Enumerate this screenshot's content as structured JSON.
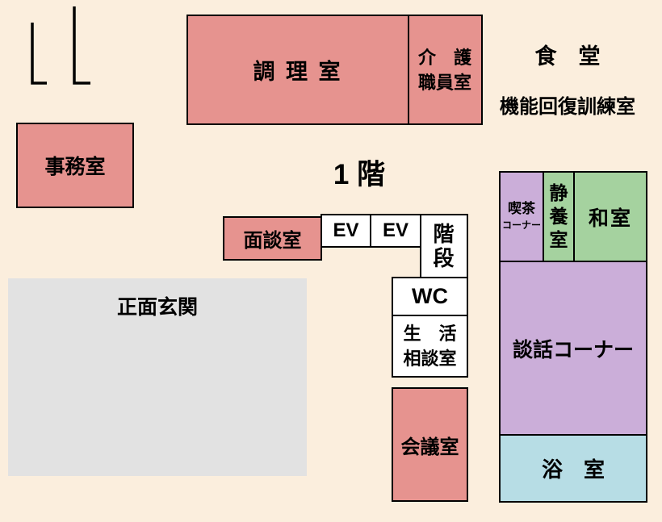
{
  "floor_plan": {
    "title": "1 階",
    "rooms": {
      "kitchen": {
        "label": "調 理 室"
      },
      "care_staff": {
        "line1": "介　護",
        "line2": "職員室"
      },
      "dining": {
        "label": "食　堂"
      },
      "rehab": {
        "label": "機能回復訓練室"
      },
      "office": {
        "label": "事務室"
      },
      "interview": {
        "label": "面談室"
      },
      "ev1": {
        "label": "EV"
      },
      "ev2": {
        "label": "EV"
      },
      "stairs": {
        "line1": "階",
        "line2": "段"
      },
      "wc": {
        "label": "WC"
      },
      "life_consult": {
        "line1": "生　活",
        "line2": "相談室"
      },
      "entrance": {
        "label": "正面玄関"
      },
      "meeting": {
        "label": "会議室"
      },
      "cafe_corner": {
        "line1": "喫茶",
        "line2": "コーナー"
      },
      "rest_room": {
        "line1": "静",
        "line2": "養",
        "line3": "室"
      },
      "japanese_room": {
        "label": "和室"
      },
      "lounge": {
        "label": "談話コーナー"
      },
      "bath": {
        "label": "浴　室"
      }
    },
    "colors": {
      "background": "#fbeedd",
      "room_pink": "#e6938f",
      "room_purple": "#cbaed9",
      "room_green": "#a5d29f",
      "room_blue": "#b7dde5",
      "room_white": "#ffffff",
      "entrance_gray": "#e2e2e2",
      "border": "#000000"
    }
  }
}
